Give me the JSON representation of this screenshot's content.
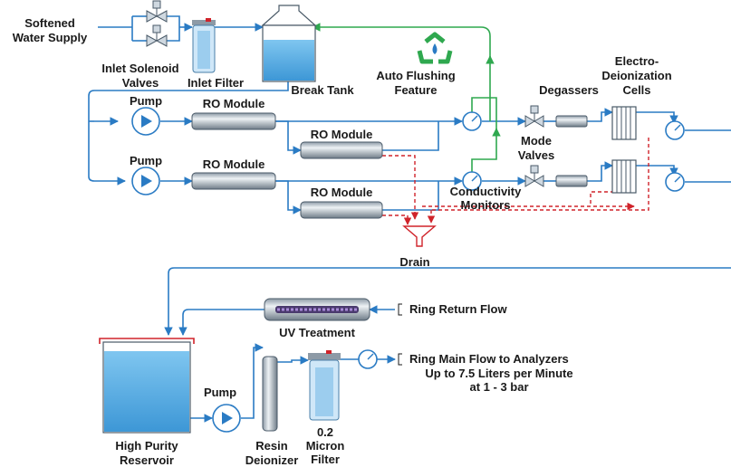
{
  "labels": {
    "softened_water_1": "Softened",
    "softened_water_2": "Water Supply",
    "inlet_solenoid_1": "Inlet Solenoid",
    "inlet_solenoid_2": "Valves",
    "inlet_filter": "Inlet Filter",
    "break_tank": "Break Tank",
    "auto_flush_1": "Auto Flushing",
    "auto_flush_2": "Feature",
    "degassers": "Degassers",
    "edi_1": "Electro-",
    "edi_2": "Deionization",
    "edi_3": "Cells",
    "pump_top": "Pump",
    "pump_mid": "Pump",
    "pump_bottom": "Pump",
    "ro_module_1": "RO Module",
    "ro_module_2": "RO Module",
    "ro_module_3": "RO Module",
    "ro_module_4": "RO Module",
    "mode_valves_1": "Mode",
    "mode_valves_2": "Valves",
    "conductivity_1": "Conductivity",
    "conductivity_2": "Monitors",
    "drain": "Drain",
    "ring_return": "Ring Return Flow",
    "uv_treatment": "UV Treatment",
    "ring_main_1": "Ring Main Flow to Analyzers",
    "ring_main_2": "Up to 7.5 Liters per Minute",
    "ring_main_3": "at 1 - 3 bar",
    "reservoir_1": "High Purity",
    "reservoir_2": "Reservoir",
    "resin_1": "Resin",
    "resin_2": "Deionizer",
    "micron_1": "0.2",
    "micron_2": "Micron",
    "micron_3": "Filter"
  },
  "colors": {
    "water_pipe": "#2a7bc4",
    "flush_pipe": "#2fa84f",
    "drain_pipe": "#d0232a",
    "tank_water": "#5fb4e8"
  },
  "icons": {
    "recycle": "recycle-icon"
  }
}
